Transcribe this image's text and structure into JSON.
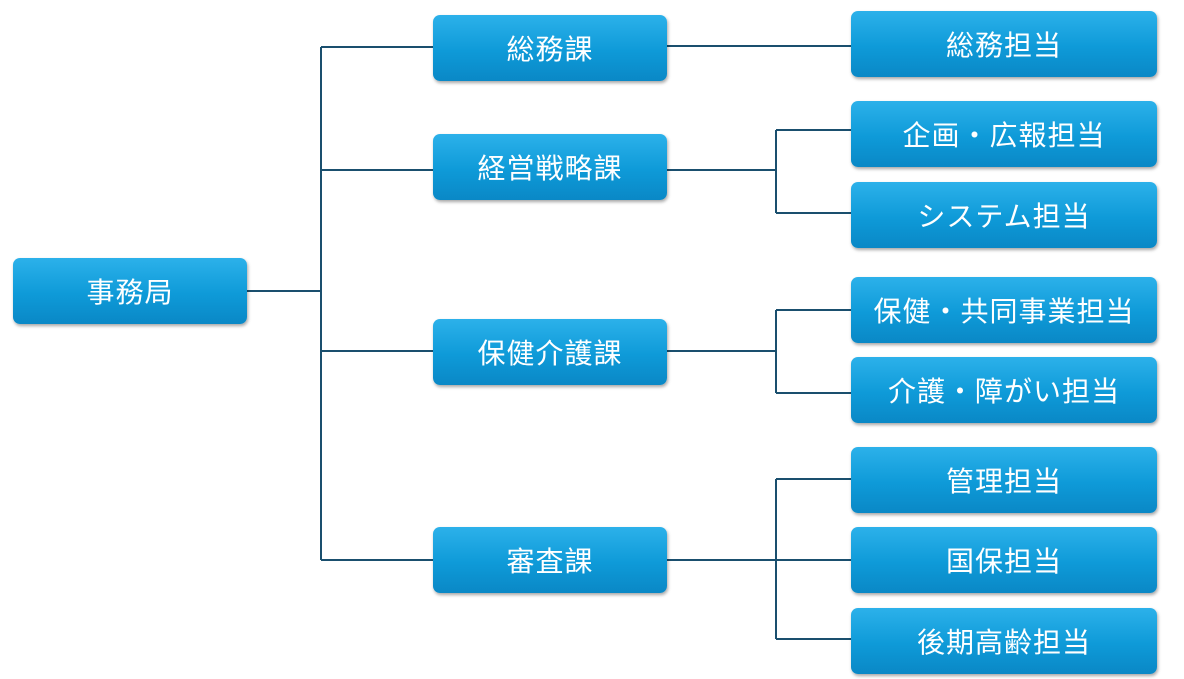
{
  "org_chart": {
    "root": {
      "label": "事務局"
    },
    "sections": [
      {
        "label": "総務課",
        "units": [
          "総務担当"
        ]
      },
      {
        "label": "経営戦略課",
        "units": [
          "企画・広報担当",
          "システム担当"
        ]
      },
      {
        "label": "保健介護課",
        "units": [
          "保健・共同事業担当",
          "介護・障がい担当"
        ]
      },
      {
        "label": "審査課",
        "units": [
          "管理担当",
          "国保担当",
          "後期高齢担当"
        ]
      }
    ]
  },
  "colors": {
    "node_fill": "#0e9ad8",
    "node_text": "#ffffff",
    "connector": "#1a4f6e"
  }
}
